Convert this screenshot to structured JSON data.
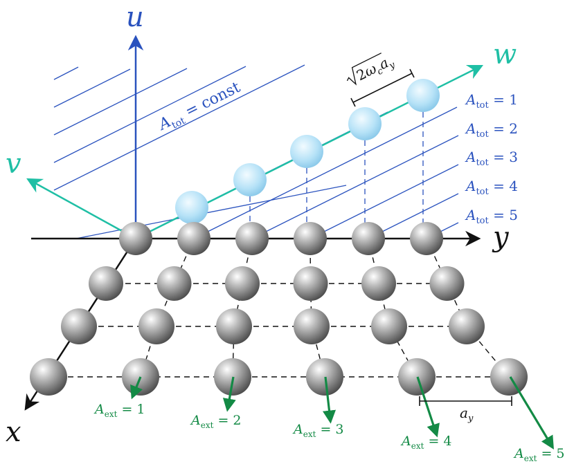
{
  "colors": {
    "blue": "#2a52be",
    "teal": "#1fbfa5",
    "green": "#138a45",
    "black": "#111111",
    "atom_light": "#e8e8e8",
    "atom_dark": "#5a5a5a",
    "bubble_light": "#eaf7ff",
    "bubble_dark": "#8ccbee"
  },
  "axes": {
    "u": "u",
    "w": "w",
    "v": "v",
    "x": "x",
    "y": "y"
  },
  "constant_label": {
    "A": "A",
    "sub": "tot",
    "rest": " = const"
  },
  "spacing_label": {
    "sqrt_arg": "2",
    "omega": "ω",
    "omega_sub": "c",
    "a": "a",
    "a_sub": "y"
  },
  "lattice_label": {
    "a": "a",
    "sub": "y"
  },
  "atot_labels": [
    {
      "A": "A",
      "sub": "tot",
      "eq": " = 1"
    },
    {
      "A": "A",
      "sub": "tot",
      "eq": " = 2"
    },
    {
      "A": "A",
      "sub": "tot",
      "eq": " = 3"
    },
    {
      "A": "A",
      "sub": "tot",
      "eq": " = 4"
    },
    {
      "A": "A",
      "sub": "tot",
      "eq": " = 5"
    }
  ],
  "aext_labels": [
    {
      "A": "A",
      "sub": "ext",
      "eq": " = 1"
    },
    {
      "A": "A",
      "sub": "ext",
      "eq": " = 2"
    },
    {
      "A": "A",
      "sub": "ext",
      "eq": " = 3"
    },
    {
      "A": "A",
      "sub": "ext",
      "eq": " = 4"
    },
    {
      "A": "A",
      "sub": "ext",
      "eq": " = 5"
    }
  ]
}
